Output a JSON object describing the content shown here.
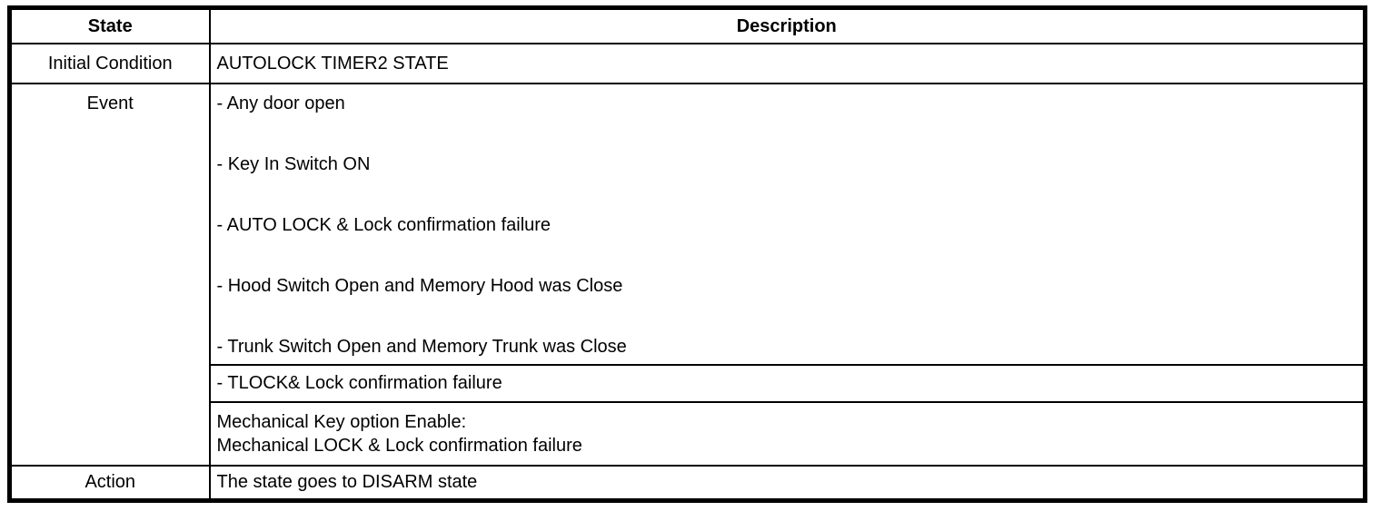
{
  "table": {
    "headers": {
      "state": "State",
      "description": "Description"
    },
    "rows": {
      "initial": {
        "state": "Initial Condition",
        "description": "AUTOLOCK TIMER2 STATE"
      },
      "event": {
        "state": "Event",
        "items": [
          "- Any door open",
          "- Key In Switch ON",
          "- AUTO LOCK & Lock confirmation failure",
          "- Hood Switch Open and Memory Hood was Close",
          "- Trunk Switch Open and Memory Trunk was Close"
        ],
        "tlock": "- TLOCK& Lock confirmation failure",
        "mechanical_line1": "Mechanical Key option Enable:",
        "mechanical_line2": "Mechanical LOCK & Lock confirmation failure"
      },
      "action": {
        "state": "Action",
        "description": "The state goes to DISARM state"
      }
    },
    "colors": {
      "border": "#000000",
      "text": "#000000",
      "background": "#ffffff"
    }
  }
}
